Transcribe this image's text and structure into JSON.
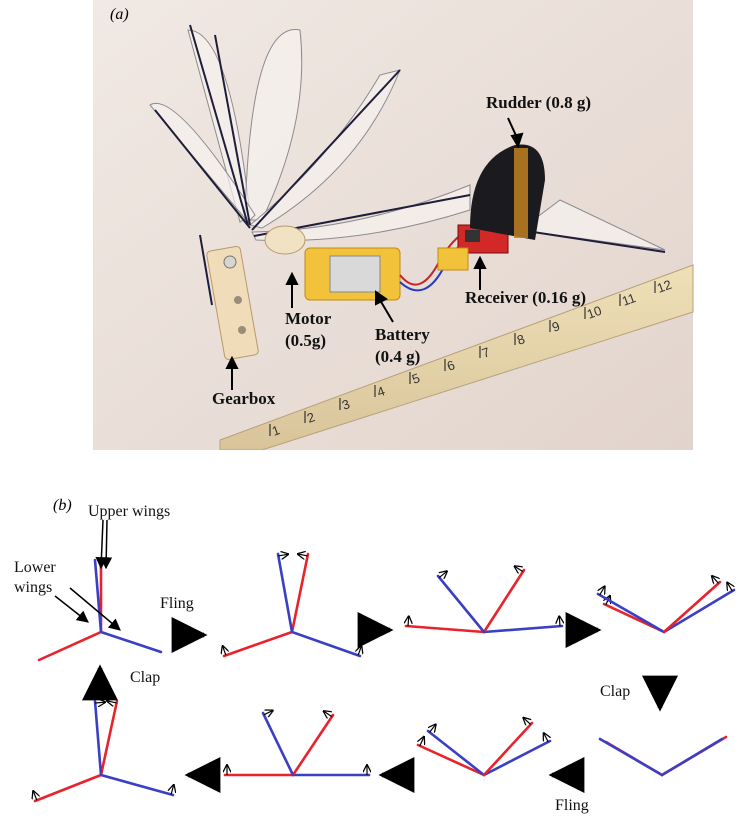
{
  "figure": {
    "panel_a": "(a)",
    "panel_b": "(b)"
  },
  "photo_labels": {
    "rudder": "Rudder (0.8 g)",
    "receiver": "Receiver (0.16 g)",
    "motor_line1": "Motor",
    "motor_line2": "(0.5g)",
    "battery_line1": "Battery",
    "battery_line2": "(0.4 g)",
    "gearbox": "Gearbox"
  },
  "ruler_numbers": [
    "1",
    "2",
    "3",
    "4",
    "5",
    "6",
    "7",
    "8",
    "9",
    "10",
    "11",
    "12"
  ],
  "diagram_labels": {
    "upper_wings": "Upper wings",
    "lower_wings_line1": "Lower",
    "lower_wings_line2": "wings",
    "fling_top": "Fling",
    "clap_left": "Clap",
    "clap_right": "Clap",
    "fling_bottom": "Fling"
  },
  "colors": {
    "wing_red": "#e8232b",
    "wing_blue": "#3b3fc4",
    "photo_bg": "#e9ddd6"
  }
}
